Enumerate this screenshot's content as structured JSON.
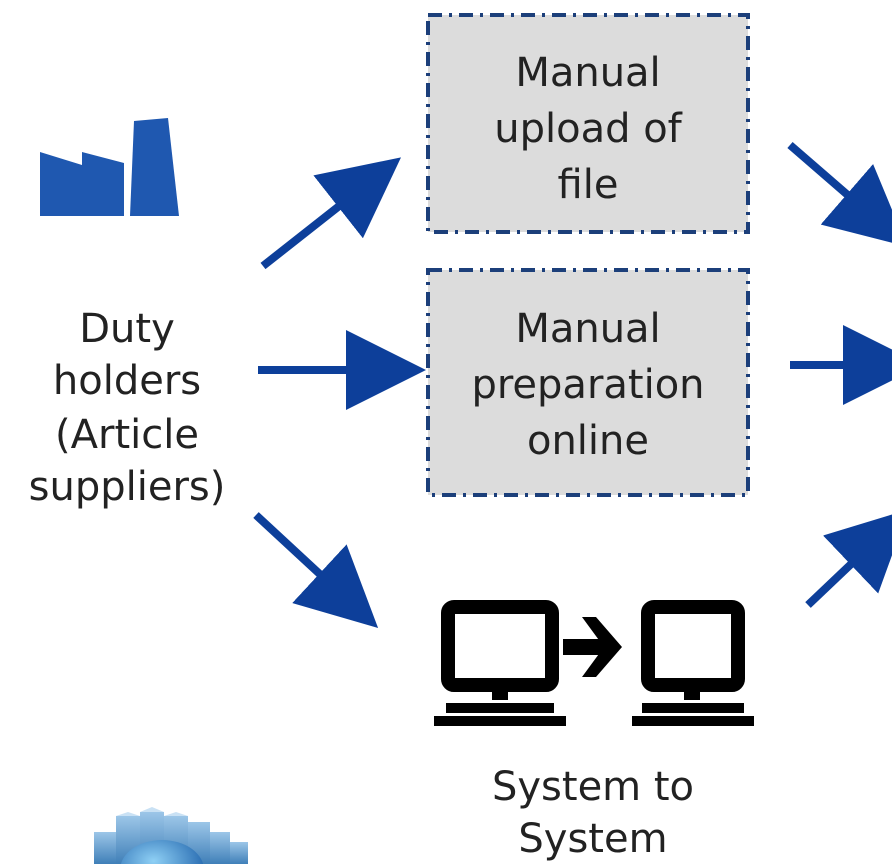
{
  "colors": {
    "arrow": "#0d3f9a",
    "factory": "#1f58b0",
    "box_fill": "#dcdcdc",
    "box_border": "#1c3f7a",
    "text": "#222222"
  },
  "source": {
    "label_line1": "Duty",
    "label_line2": "holders",
    "label_line3": "(Article",
    "label_line4": "suppliers)",
    "icon": "factory-icon"
  },
  "boxes": [
    {
      "lines": [
        "Manual",
        "upload of",
        "file"
      ]
    },
    {
      "lines": [
        "Manual",
        "preparation",
        "online"
      ]
    }
  ],
  "system": {
    "icon": "computer-to-computer-icon",
    "line1": "System to",
    "line2": "System"
  },
  "database_icon": "database-globe-icon"
}
